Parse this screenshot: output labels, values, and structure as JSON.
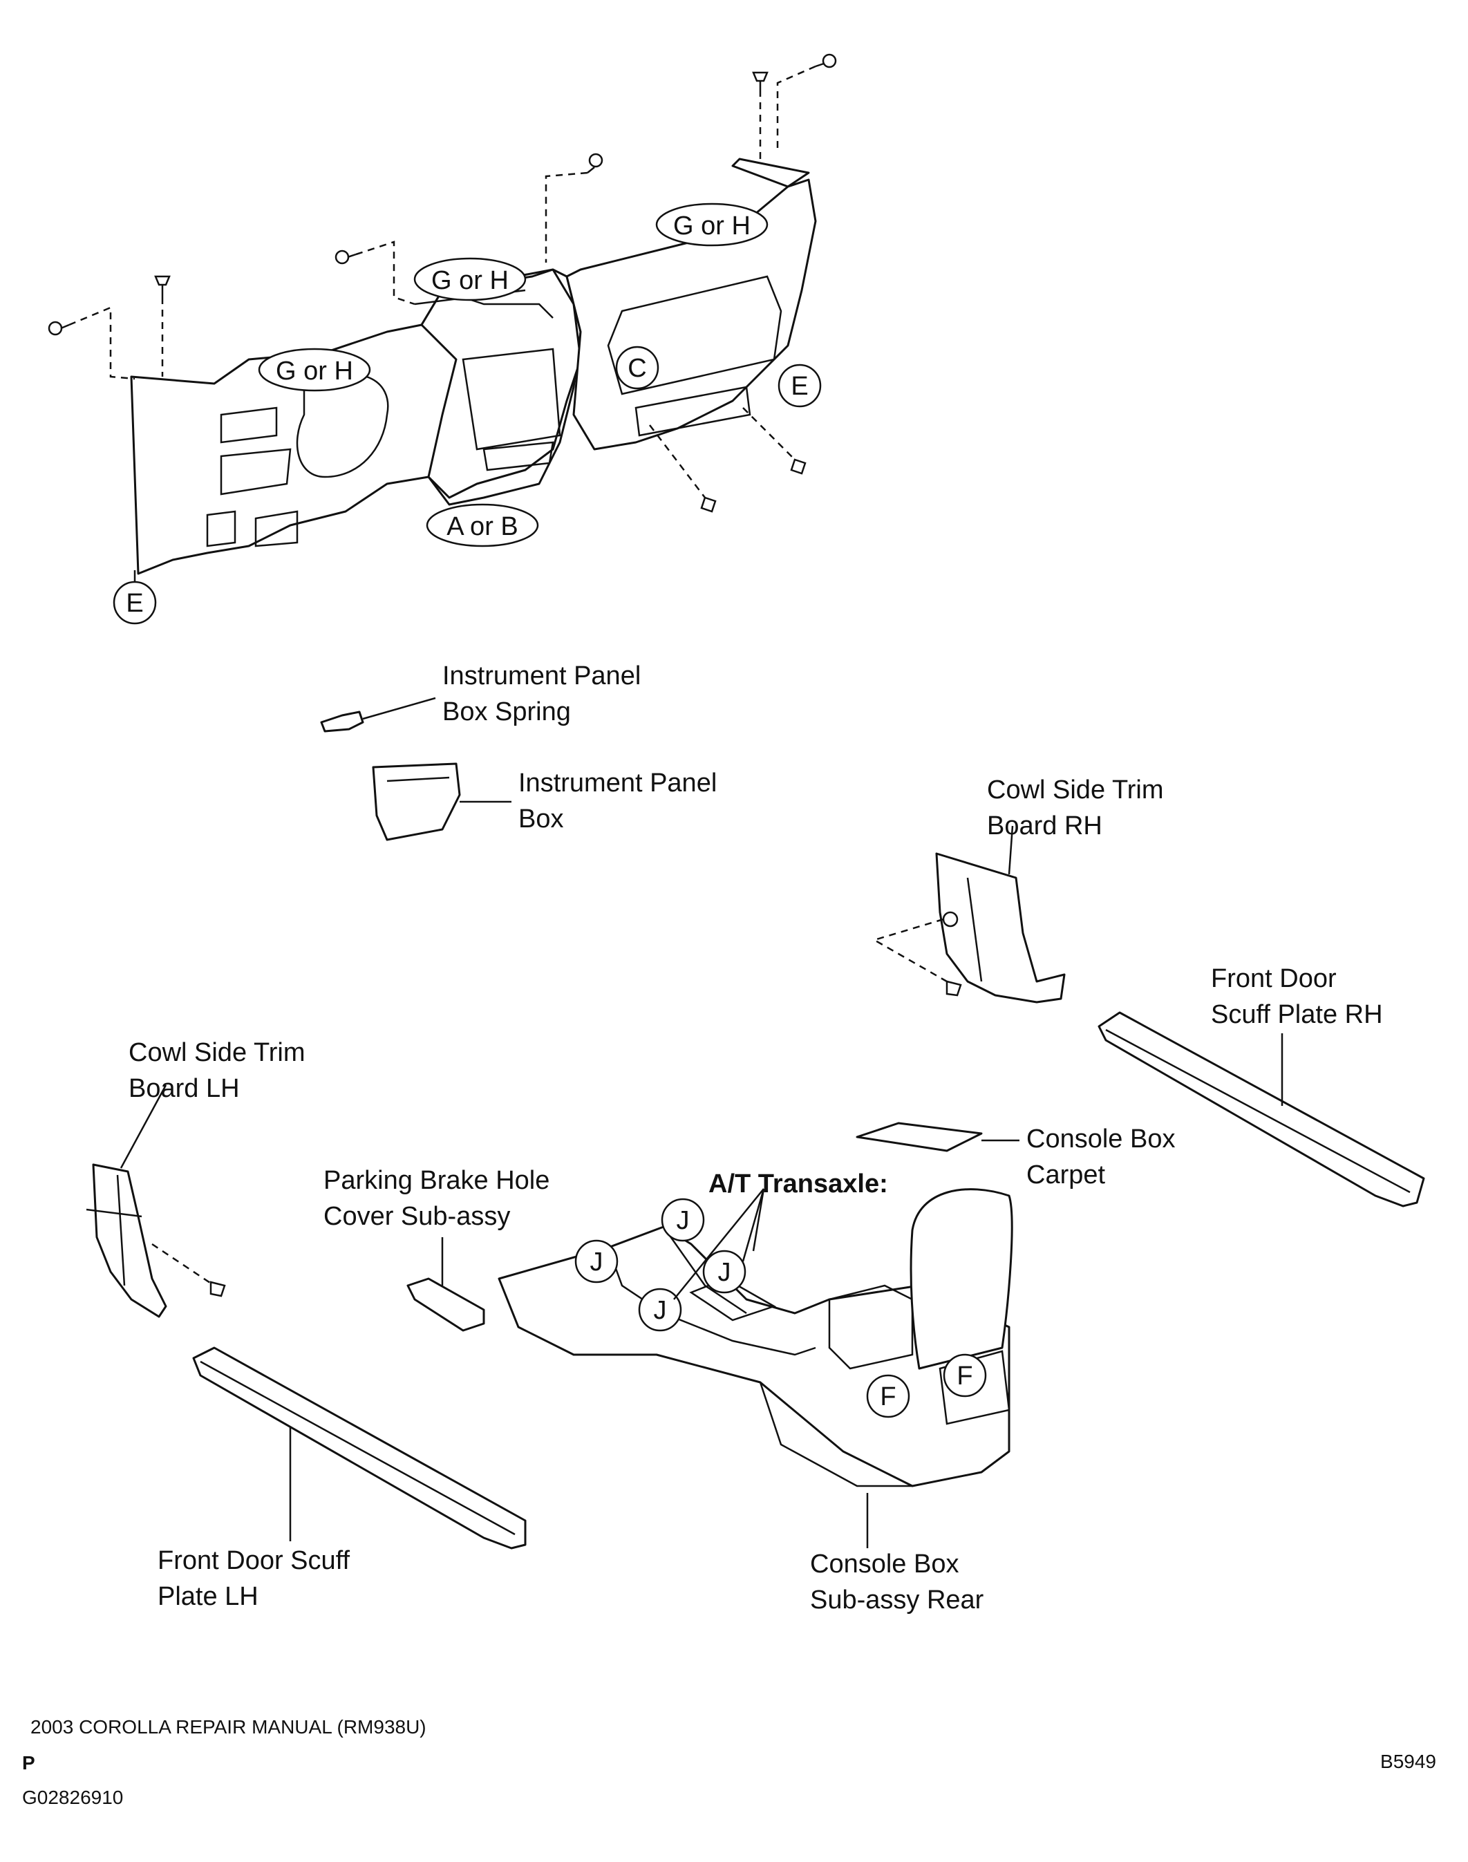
{
  "callouts": {
    "g_or_h": "G or H",
    "a_or_b": "A or B",
    "c": "C",
    "e": "E",
    "f": "F",
    "j": "J"
  },
  "labels": {
    "ip_box_spring": [
      "Instrument Panel",
      "Box Spring"
    ],
    "ip_box": [
      "Instrument Panel",
      "Box"
    ],
    "cowl_rh": [
      "Cowl Side Trim",
      "Board RH"
    ],
    "door_scuff_rh": [
      "Front Door",
      "Scuff Plate RH"
    ],
    "cowl_lh": [
      "Cowl Side Trim",
      "Board LH"
    ],
    "console_carpet": [
      "Console Box",
      "Carpet"
    ],
    "parking_brake": [
      "Parking Brake Hole",
      "Cover  Sub-assy"
    ],
    "at_transaxle": "A/T Transaxle:",
    "door_scuff_lh": [
      "Front Door Scuff",
      "Plate LH"
    ],
    "console_rear": [
      "Console Box",
      "Sub-assy  Rear"
    ]
  },
  "footer": {
    "manual": "2003 COROLLA REPAIR MANUAL   (RM938U)",
    "p": "P",
    "code": "G02826910",
    "ref": "B5949"
  }
}
